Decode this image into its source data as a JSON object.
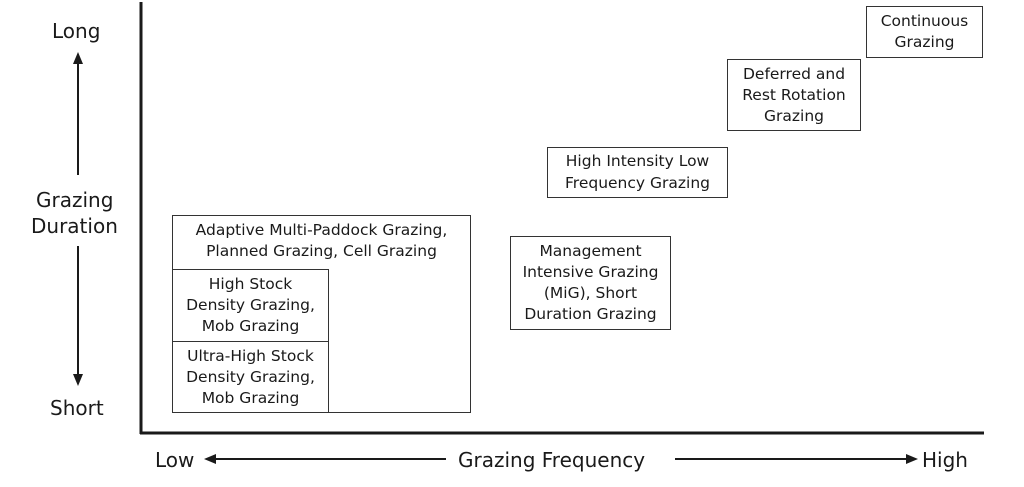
{
  "y_axis": {
    "top_label": "Long",
    "title_line1": "Grazing",
    "title_line2": "Duration",
    "bottom_label": "Short"
  },
  "x_axis": {
    "left_label": "Low",
    "title": "Grazing Frequency",
    "right_label": "High"
  },
  "boxes": {
    "continuous": {
      "lines": [
        "Continuous",
        "Grazing"
      ]
    },
    "deferred": {
      "lines": [
        "Deferred and",
        "Rest Rotation",
        "Grazing"
      ]
    },
    "high_intensity": {
      "lines": [
        "High Intensity Low",
        "Frequency Grazing"
      ]
    },
    "management_intensive": {
      "lines": [
        "Management",
        "Intensive Grazing",
        "(MiG), Short",
        "Duration Grazing"
      ]
    },
    "adaptive": {
      "lines": [
        "Adaptive Multi-Paddock Grazing,",
        "Planned Grazing, Cell Grazing"
      ]
    },
    "high_stock": {
      "lines": [
        "High Stock",
        "Density Grazing,",
        "Mob Grazing"
      ]
    },
    "ultra_high_stock": {
      "lines": [
        "Ultra-High Stock",
        "Density Grazing,",
        "Mob Grazing"
      ]
    }
  }
}
